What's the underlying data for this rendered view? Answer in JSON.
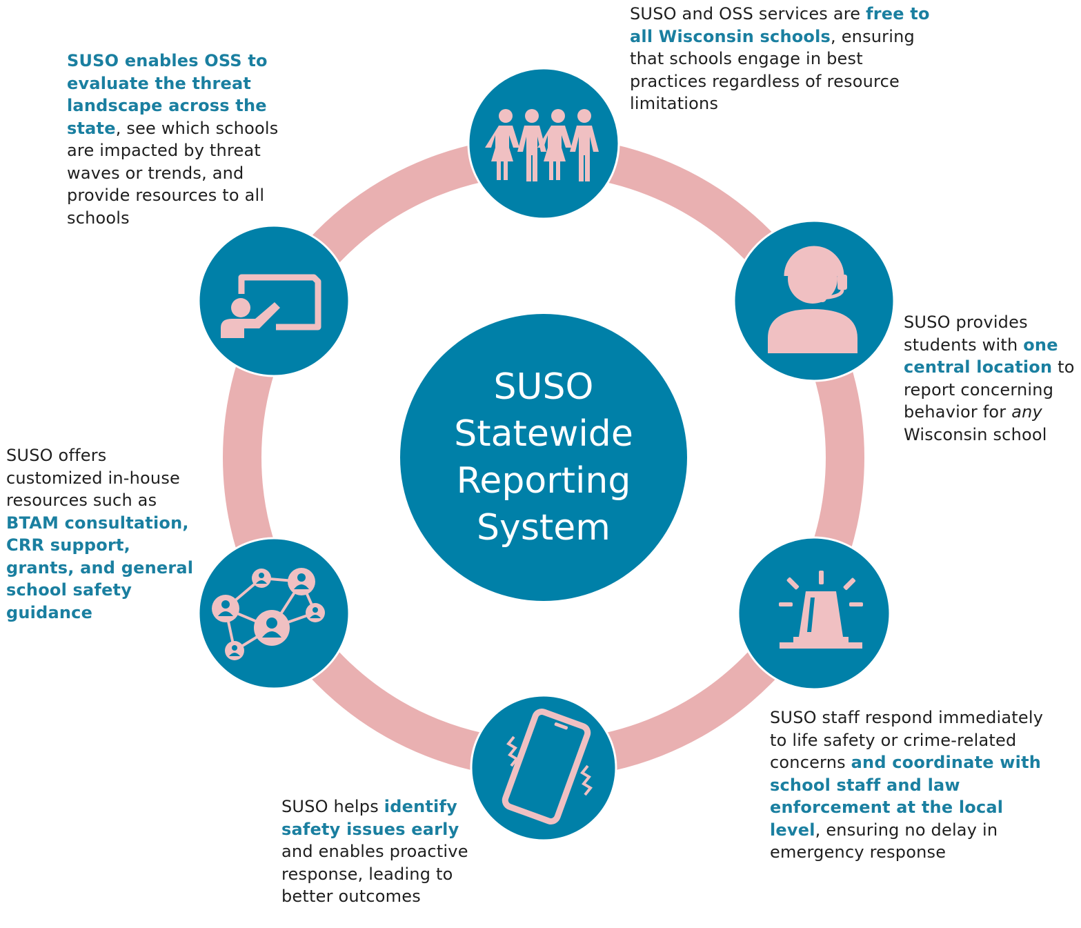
{
  "colors": {
    "teal": "#0080a8",
    "pink": "#f0c0c2",
    "ring": "#e9b0b1",
    "highlight": "#1a7fa0"
  },
  "center": {
    "lines": [
      "SUSO",
      "Statewide",
      "Reporting",
      "System"
    ]
  },
  "nodes": [
    {
      "id": "people",
      "icon": "people-group-icon"
    },
    {
      "id": "headset",
      "icon": "headset-agent-icon"
    },
    {
      "id": "alarm",
      "icon": "siren-alarm-icon"
    },
    {
      "id": "phone",
      "icon": "vibrating-phone-icon"
    },
    {
      "id": "network",
      "icon": "people-network-icon"
    },
    {
      "id": "presenter",
      "icon": "presenter-whiteboard-icon"
    }
  ],
  "callouts": {
    "top": {
      "t1": "SUSO and OSS services are ",
      "b1": "free to all Wisconsin schools",
      "t2": ", ensuring that schools engage in best practices regardless of resource limitations"
    },
    "topleft": {
      "b1": "SUSO enables OSS to evaluate the threat landscape across the state",
      "t1": ", see which schools are impacted by threat waves or trends, and provide resources to all schools"
    },
    "right": {
      "t1": "SUSO provides students with ",
      "b1": "one central location",
      "t2": " to report concerning behavior for ",
      "i1": "any",
      "t3": " Wisconsin school"
    },
    "left": {
      "t1": "SUSO offers customized in-house resources such as ",
      "b1": "BTAM consultation, CRR support, grants, and general school safety guidance"
    },
    "bottomright": {
      "t1": "SUSO staff respond immediately to life safety or crime-related concerns ",
      "b1": "and coordinate with school staff and law enforcement at the local level",
      "t2": ", ensuring no delay in emergency response"
    },
    "bottom": {
      "t1": "SUSO helps ",
      "b1": "identify safety issues early",
      "t2": " and enables proactive response, leading to better outcomes"
    }
  }
}
